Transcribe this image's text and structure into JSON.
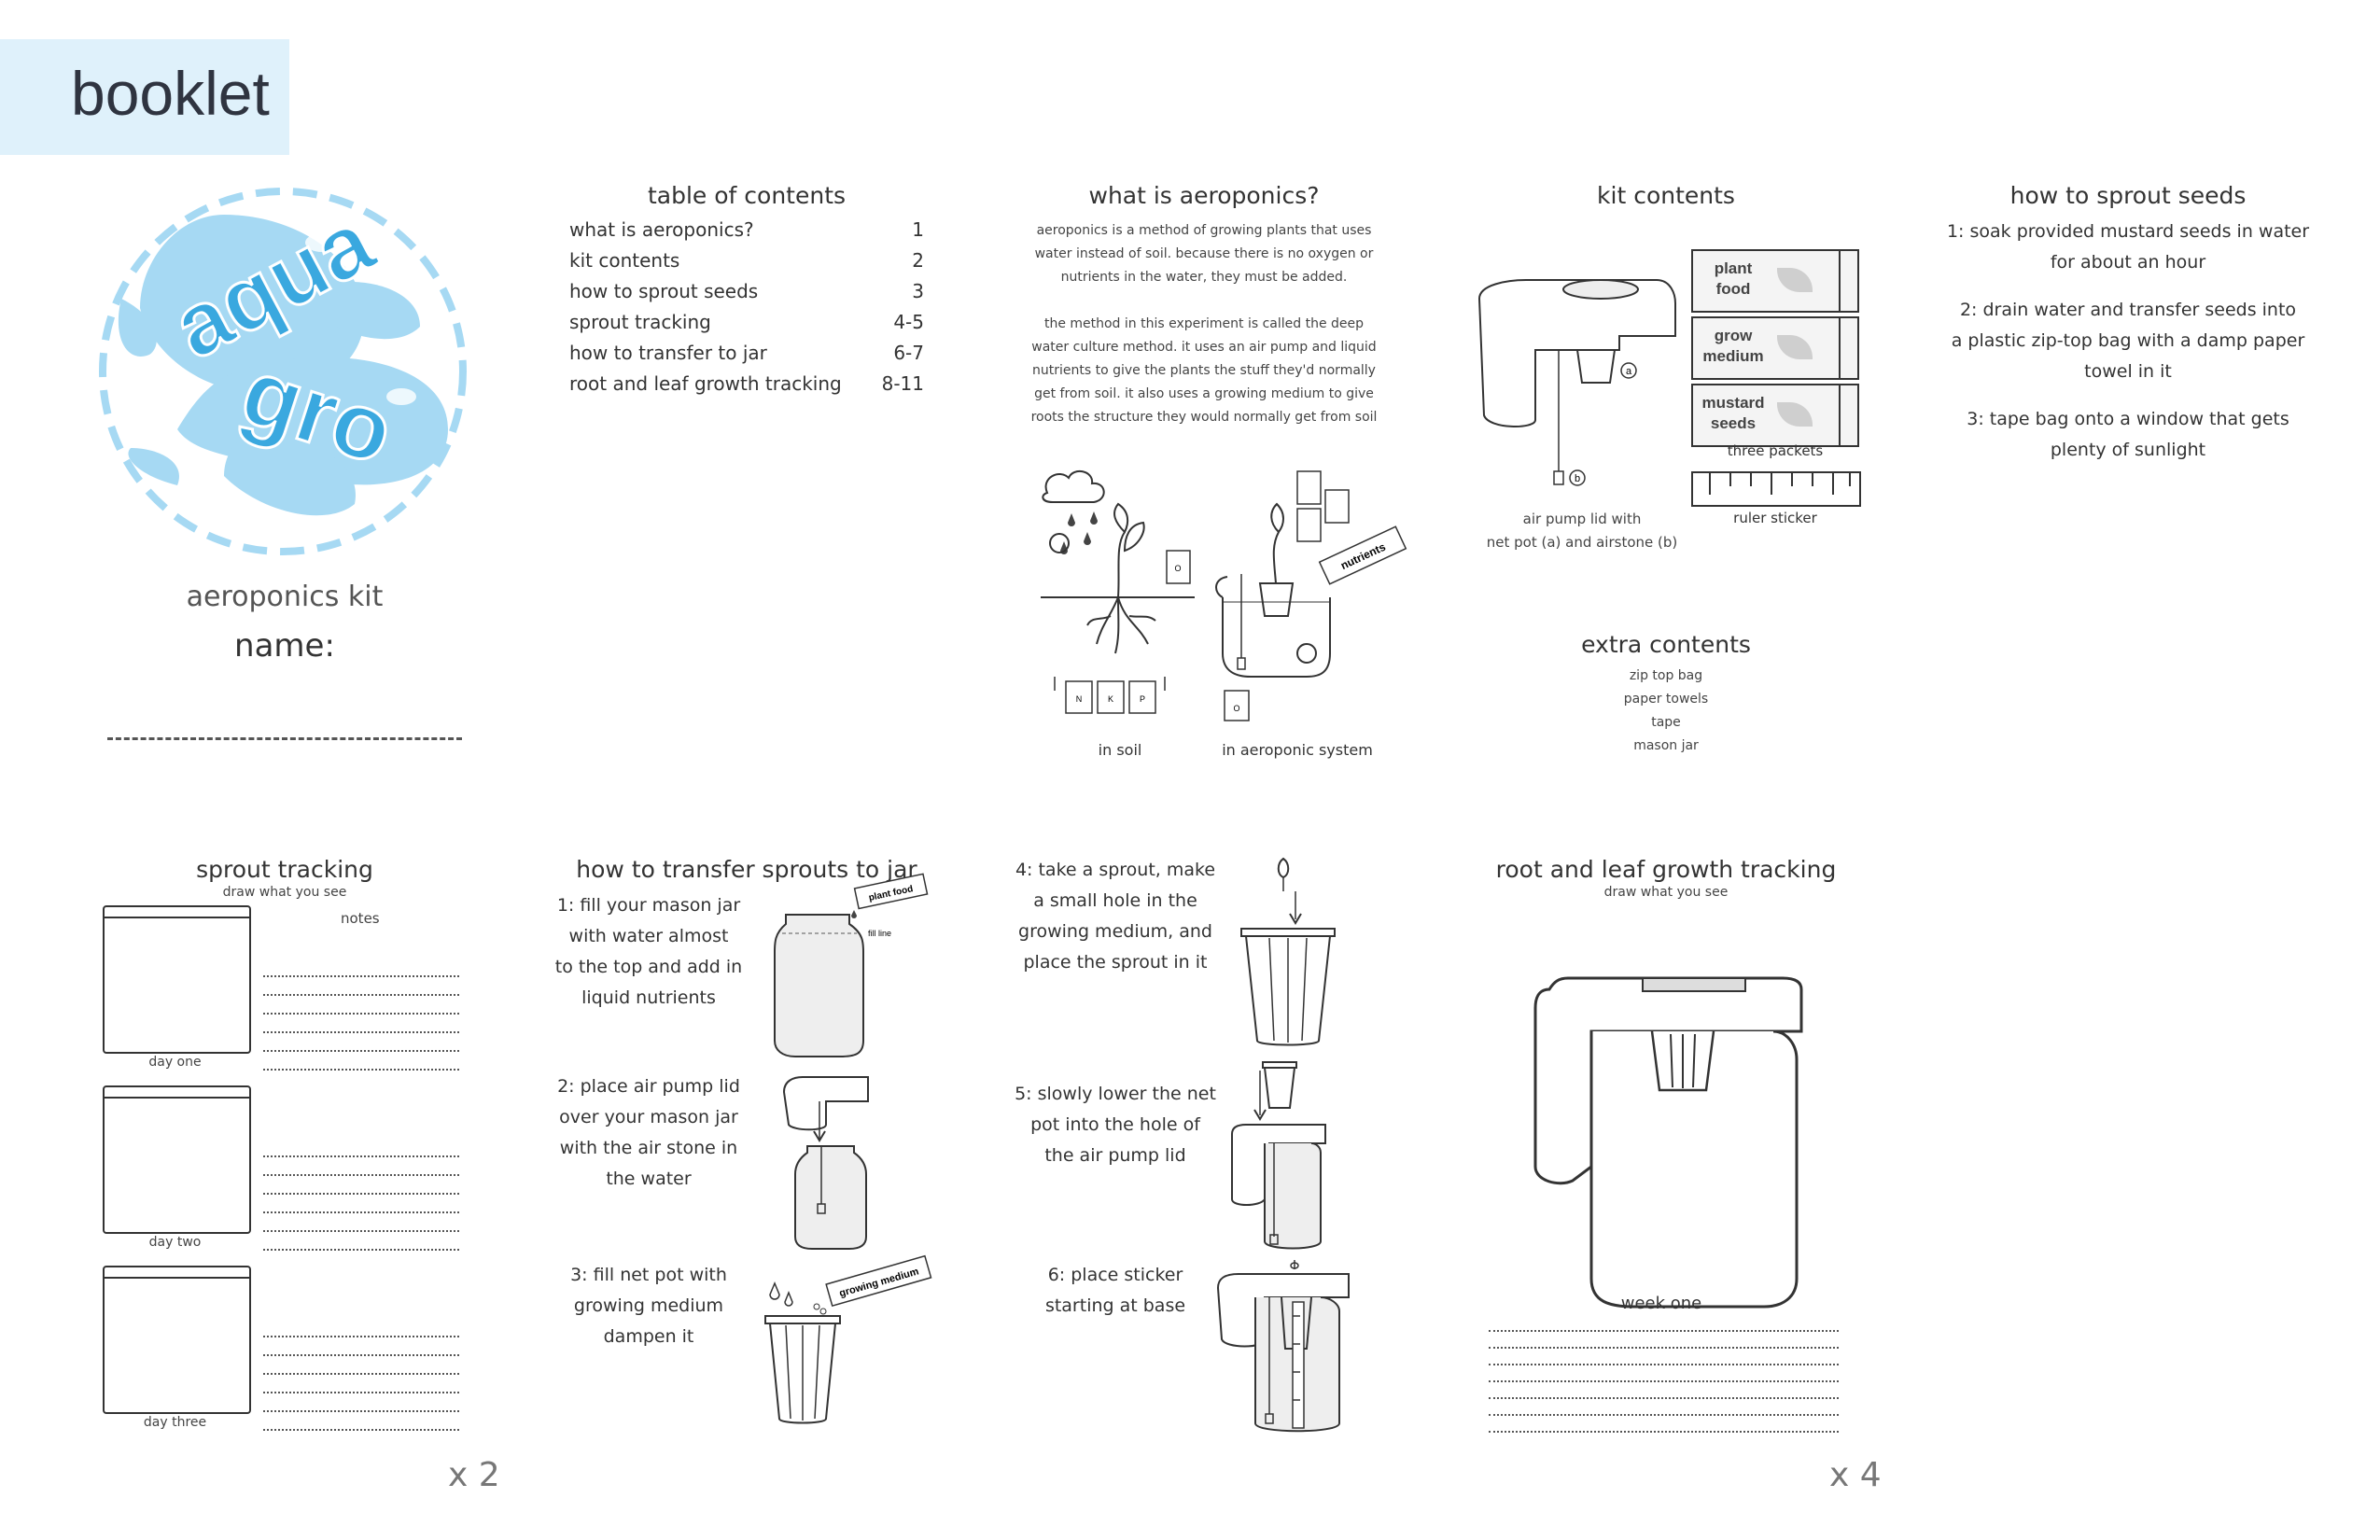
{
  "header": {
    "title": "booklet"
  },
  "cover": {
    "logo_line1": "aqua",
    "logo_line2": "gro",
    "subtitle": "aeroponics kit",
    "name_label": "name:"
  },
  "toc": {
    "title": "table of contents",
    "items": [
      {
        "label": "what is aeroponics?",
        "page": "1"
      },
      {
        "label": "kit contents",
        "page": "2"
      },
      {
        "label": "how to sprout seeds",
        "page": "3"
      },
      {
        "label": "sprout tracking",
        "page": "4-5"
      },
      {
        "label": "how to transfer to jar",
        "page": "6-7"
      },
      {
        "label": "root and leaf growth tracking",
        "page": "8-11"
      }
    ]
  },
  "aeroponics": {
    "title": "what is aeroponics?",
    "para1": [
      "aeroponics is a method of growing plants that uses",
      "water instead of soil. because there is no oxygen or",
      "nutrients in the water, they must be added."
    ],
    "para2": [
      "the method in this experiment is called the deep",
      "water culture method. it uses an air pump and liquid",
      "nutrients to give the plants the stuff they'd normally",
      "get from soil. it also uses a growing medium to give",
      "roots the structure they would normally get from soil"
    ],
    "caption_soil": "in soil",
    "caption_aero": "in aeroponic system",
    "tag_nutrients": "nutrients",
    "element_labels": {
      "n": "N",
      "k": "K",
      "p": "P",
      "o": "O"
    }
  },
  "kit": {
    "title": "kit contents",
    "packets": [
      "plant food",
      "grow medium",
      "mustard seeds"
    ],
    "packet_lines": [
      [
        "plant",
        "food"
      ],
      [
        "grow",
        "medium"
      ],
      [
        "mustard",
        "seeds"
      ]
    ],
    "packets_caption": "three packets",
    "ruler_caption": "ruler sticker",
    "lid_caption": [
      "air pump lid with",
      "net pot (a) and airstone (b)"
    ],
    "marker_a": "a",
    "marker_b": "b",
    "extra_title": "extra contents",
    "extra_items": [
      "zip top bag",
      "paper towels",
      "tape",
      "mason jar"
    ]
  },
  "sprout_seeds": {
    "title": "how to sprout seeds",
    "steps": [
      [
        "1: soak provided mustard seeds in water",
        "for about an hour"
      ],
      [
        "2: drain water and transfer seeds into",
        "a plastic zip-top bag with a damp paper",
        "towel in it"
      ],
      [
        "3: tape bag onto a window that gets",
        "plenty of sunlight"
      ]
    ]
  },
  "sprout_tracking": {
    "title": "sprout tracking",
    "subtitle": "draw what you see",
    "notes_label": "notes",
    "days": [
      "day one",
      "day two",
      "day three"
    ],
    "multiplier": "x 2"
  },
  "transfer": {
    "title": "how to transfer sprouts to jar",
    "step1": [
      "1: fill your mason jar",
      "with water almost",
      "to the top and add in",
      "liquid nutrients"
    ],
    "step2": [
      "2: place air pump lid",
      "over your mason jar",
      "with the air stone in",
      "the water"
    ],
    "step3": [
      "3: fill net pot with",
      "growing medium",
      "dampen it"
    ],
    "tag_plant_food": "plant food",
    "tag_fill_line": "fill line",
    "tag_growing_medium": "growing medium",
    "step4": [
      "4: take a sprout, make",
      "a small hole in the",
      "growing medium, and",
      "place the sprout in it"
    ],
    "step5": [
      "5: slowly lower the net",
      "pot into the hole of",
      "the air pump lid"
    ],
    "step6": [
      "6: place sticker",
      "starting at base"
    ]
  },
  "growth": {
    "title": "root and leaf growth tracking",
    "subtitle": "draw what you see",
    "week": "week one",
    "multiplier": "x 4"
  },
  "colors": {
    "accent_light": "#dff1fb",
    "logo_blue": "#3aa8df",
    "logo_pale": "#a6d9f3",
    "ink": "#333333"
  }
}
